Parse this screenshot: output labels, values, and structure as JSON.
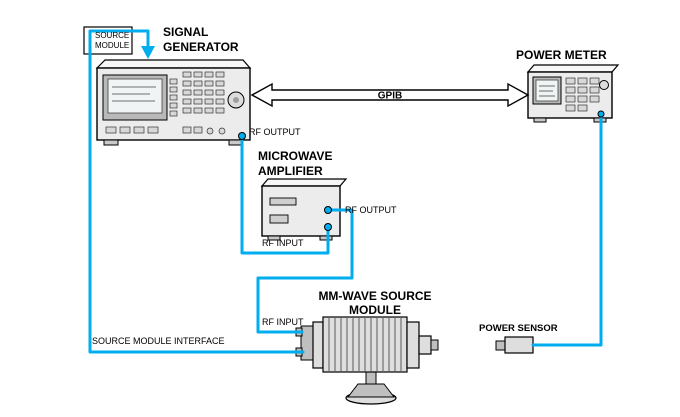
{
  "diagram": {
    "equipment": {
      "source_module_box": {
        "label_lines": [
          "SOURCE",
          "MODULE"
        ]
      },
      "signal_generator": {
        "label_lines": [
          "SIGNAL",
          "GENERATOR"
        ],
        "rf_output_label": "RF OUTPUT"
      },
      "power_meter": {
        "label": "POWER METER"
      },
      "microwave_amplifier": {
        "label_lines": [
          "MICROWAVE",
          "AMPLIFIER"
        ],
        "rf_output_label": "RF OUTPUT",
        "rf_input_label": "RF INPUT"
      },
      "mmwave_source_module": {
        "label_lines": [
          "MM-WAVE SOURCE",
          "MODULE"
        ],
        "rf_input_label": "RF INPUT"
      },
      "power_sensor": {
        "label": "POWER SENSOR"
      }
    },
    "connections": {
      "gpib": {
        "label": "GPIB"
      },
      "source_module_interface": {
        "label": "SOURCE MODULE INTERFACE"
      }
    },
    "colors": {
      "cable_blue": "#00AEEF",
      "instrument_fill": "#ECECEC",
      "outline": "#000000",
      "background": "#FFFFFF"
    }
  }
}
